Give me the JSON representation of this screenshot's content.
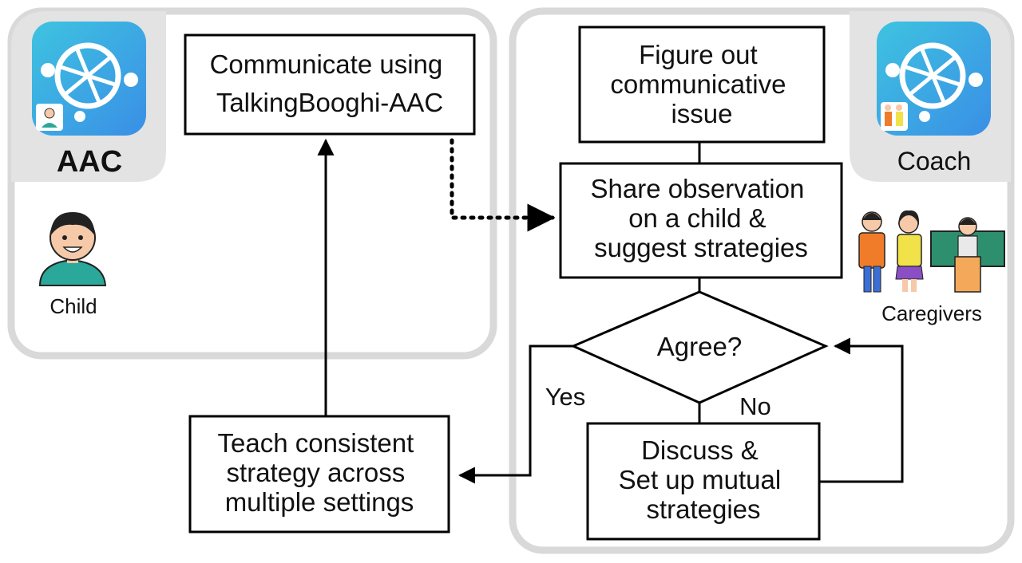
{
  "colors": {
    "panel_border": "#d9d9d9",
    "icon_tab": "#e3e3e3",
    "app_gradient_start": "#3ec3e0",
    "app_gradient_end": "#3a8fe6",
    "child_shirt": "#2aa89a",
    "skin": "#f6c9a8",
    "caregiver_orange": "#f07c2a",
    "caregiver_yellow": "#f2e24a",
    "board_green": "#2d8f6e",
    "line": "#000000"
  },
  "left_panel": {
    "app_label": "AAC",
    "app_icon": "talkingbooghi-aac-app-icon",
    "child_label": "Child"
  },
  "right_panel": {
    "app_label": "Coach",
    "app_icon": "talkingbooghi-coach-app-icon",
    "caregivers_label": "Caregivers"
  },
  "nodes": {
    "communicate": [
      "Communicate using",
      "TalkingBooghi-AAC"
    ],
    "figure_out": [
      "Figure out",
      "communicative",
      "issue"
    ],
    "share": [
      "Share observation",
      "on a child &",
      "suggest strategies"
    ],
    "agree": "Agree?",
    "discuss": [
      "Discuss &",
      "Set up mutual",
      "strategies"
    ],
    "teach": [
      "Teach consistent",
      "strategy across",
      "multiple settings"
    ]
  },
  "edges": {
    "yes_label": "Yes",
    "no_label": "No"
  }
}
